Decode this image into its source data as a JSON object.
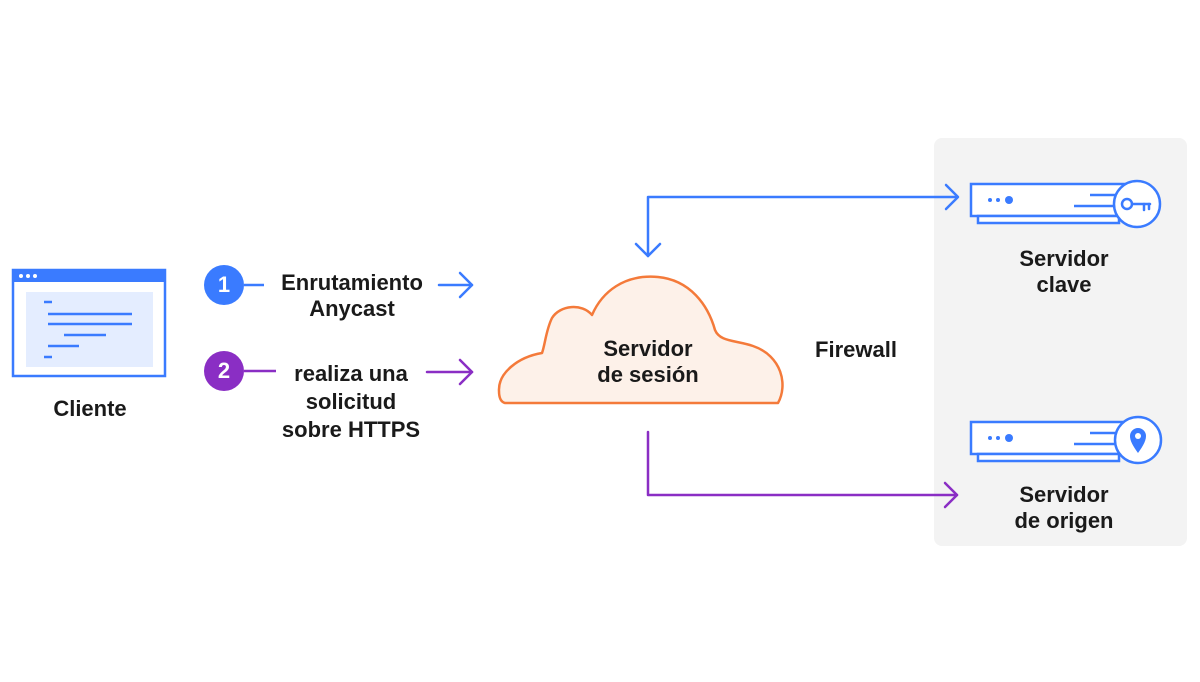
{
  "colors": {
    "blue": "#3a7bff",
    "purple": "#8a2ec4",
    "orange": "#f47a3a",
    "cloud_fill": "#fdf1e9",
    "panel": "#f3f3f3"
  },
  "client": {
    "label": "Cliente",
    "icon": "browser-window-icon"
  },
  "steps": [
    {
      "number": "1",
      "line1": "Enrutamiento",
      "line2": "Anycast",
      "color": "#3a7bff"
    },
    {
      "number": "2",
      "line1": "realiza una",
      "line2": "solicitud",
      "line3": "sobre HTTPS",
      "color": "#8a2ec4"
    }
  ],
  "session_server": {
    "line1": "Servidor",
    "line2": "de sesión",
    "icon": "cloud-icon"
  },
  "firewall": {
    "label": "Firewall"
  },
  "key_server": {
    "line1": "Servidor",
    "line2": "clave",
    "icon": "key-icon"
  },
  "origin_server": {
    "line1": "Servidor",
    "line2": "de origen",
    "icon": "location-pin-icon"
  }
}
